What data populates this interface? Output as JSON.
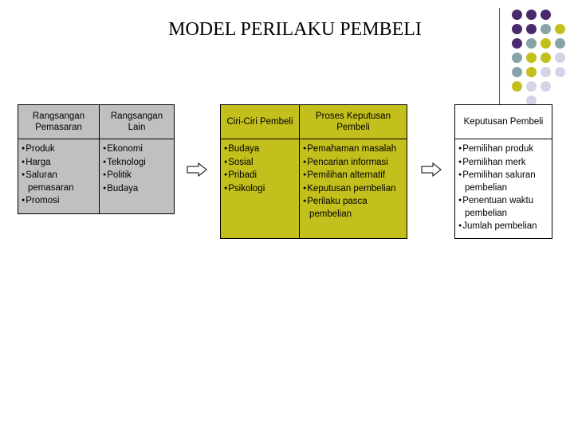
{
  "title": "MODEL PERILAKU PEMBELI",
  "colors": {
    "purple": "#4a2a6a",
    "teal": "#86a3a6",
    "olive": "#c3bf1c",
    "lavender": "#d5d4e6",
    "grey_box": "#c0c0c0"
  },
  "boxes": [
    {
      "header": "Rangsangan Pemasaran",
      "items": [
        "Produk",
        "Harga",
        "Saluran pemasaran",
        "Promosi"
      ]
    },
    {
      "header": "Rangsangan Lain",
      "items": [
        "Ekonomi",
        "Teknologi",
        "Politik",
        "Budaya"
      ]
    },
    {
      "header": "Ciri-Ciri Pembeli",
      "items": [
        "Budaya",
        "Sosial",
        "Pribadi",
        "Psikologi"
      ]
    },
    {
      "header": "Proses Keputusan Pembeli",
      "items": [
        "Pemahaman masalah",
        "Pencarian informasi",
        "Pemilihan alternatif",
        "Keputusan pembelian",
        "Perilaku pasca pembelian"
      ]
    },
    {
      "header": "Keputusan Pembeli",
      "items": [
        "Pemilihan produk",
        "Pemilihan merk",
        "Pemilihan saluran pembelian",
        "Penentuan waktu pembelian",
        "Jumlah pembelian"
      ]
    }
  ]
}
